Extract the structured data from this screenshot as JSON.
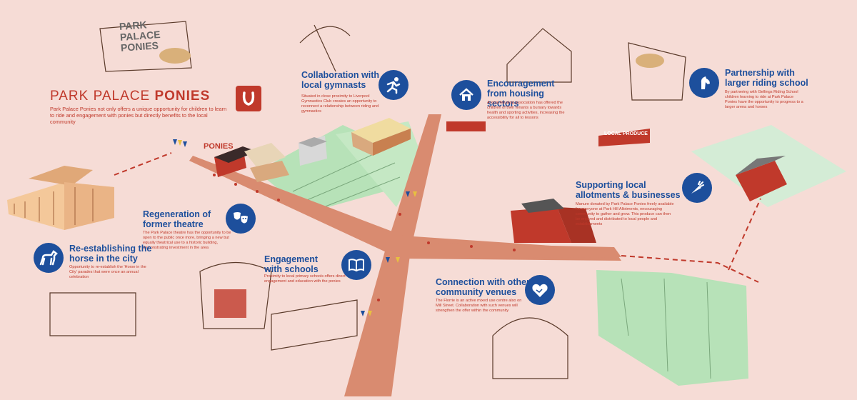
{
  "title": {
    "part1": "PARK PALACE",
    "part2": "PONIES"
  },
  "intro": "Park Palace Ponies not only offers a unique opportunity for children to learn to ride and engagement with ponies but directly benefits to the local community",
  "sign_ponies": "PONIES",
  "sign_produce": "LOCAL PRODUCE",
  "sign_park": [
    "PARK",
    "PALACE",
    "PONIES"
  ],
  "sections": {
    "gymnasts": {
      "heading": "Collaboration with local gymnasts",
      "body": "Situated in close proximity to Liverpool Gymnastics Club creates an opportunity to reconnect a relationship between riding and gymnastics"
    },
    "housing": {
      "heading": "Encouragement from housing sectors",
      "body": "A local housing association has offered the children of their tenants a bursary towards health and sporting activities, increasing the accessibility for all to lessons"
    },
    "riding": {
      "heading": "Partnership with larger riding school",
      "body": "By partnering with Gellings Riding School children learning to ride at Park Palace Ponies have the opportunity to progress to a larger arena and horses"
    },
    "allotments": {
      "heading": "Supporting local allotments & businesses",
      "body": "Manure donated by Park Palace Ponies freely available for everyone at Park Hill Allotments, encouraging community to gather and grow. This produce can then be enjoyed and distributed to local people and establishments"
    },
    "theatre": {
      "heading": "Regeneration of former theatre",
      "body": "The Park Palace theatre has the opportunity to be open to the public once more, bringing a new but equally theatrical use to a historic building, demonstrating investment in the area"
    },
    "horse": {
      "heading": "Re-establishing the horse in the city",
      "body": "Opportunity to re-establish the 'Horse in the City' parades that were once an annual celebration"
    },
    "schools": {
      "heading": "Engagement with schools",
      "body": "Proximity to local primary schools offers direct engagement and education with the ponies"
    },
    "venues": {
      "heading": "Connection with other community venues",
      "body": "The Florrie is an active mixed use centre also on Mill Street. Collaboration with such venues will strengthen the offer within the community"
    }
  },
  "colors": {
    "background": "#f6dcd6",
    "blue": "#1d4f9c",
    "red": "#c0392b",
    "road": "#d98b70",
    "green": "#b7e2b8"
  },
  "icons": [
    "horseshoe-icon",
    "gymnast-icon",
    "house-icon",
    "horse-head-icon",
    "carrot-icon",
    "theatre-masks-icon",
    "horse-icon",
    "book-icon",
    "handshake-icon"
  ]
}
